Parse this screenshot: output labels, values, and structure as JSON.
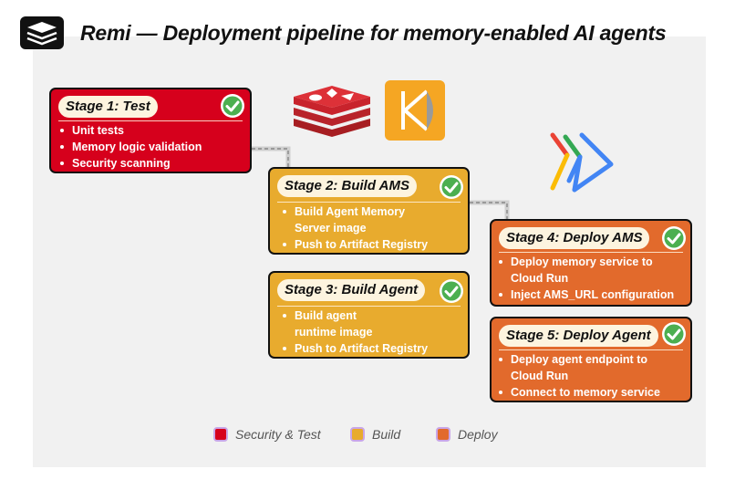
{
  "header": {
    "title": "Remi — Deployment pipeline for memory-enabled AI agents",
    "logo_icon": "stacked-layers-logo-icon"
  },
  "logos": [
    {
      "name": "redis-logo",
      "color": "#c8232c"
    },
    {
      "name": "kubeflow-like-logo",
      "color": "#f5a623"
    },
    {
      "name": "cloud-deploy-logo",
      "colors": [
        "#ea4335",
        "#fbbc05",
        "#34a853",
        "#4285f4"
      ]
    }
  ],
  "stages": [
    {
      "id": "test",
      "title": "Stage 1: Test",
      "category": "security-test",
      "items": [
        "Unit tests",
        "Memory logic validation",
        "Security scanning"
      ]
    },
    {
      "id": "build-ams",
      "title": "Stage 2: Build AMS",
      "category": "build",
      "items": [
        "Build Agent Memory",
        "Server image",
        "Push to Artifact Registry"
      ]
    },
    {
      "id": "build-agent",
      "title": "Stage 3: Build Agent",
      "category": "build",
      "items": [
        "Build agent",
        "runtime image",
        "Push to Artifact Registry"
      ]
    },
    {
      "id": "deploy-ams",
      "title": "Stage 4: Deploy AMS",
      "category": "deploy",
      "items": [
        "Deploy memory service to",
        "Cloud Run",
        "Inject AMS_URL configuration"
      ]
    },
    {
      "id": "deploy-agent",
      "title": "Stage 5: Deploy Agent",
      "category": "deploy",
      "items": [
        "Deploy agent endpoint to",
        "Cloud Run",
        "Connect to memory service"
      ]
    }
  ],
  "legend": [
    {
      "label": "Security & Test",
      "color": "#d6001c"
    },
    {
      "label": "Build",
      "color": "#e8ab2e"
    },
    {
      "label": "Deploy",
      "color": "#e26a2c"
    }
  ],
  "colors": {
    "security_test": "#d6001c",
    "build": "#e8ab2e",
    "deploy": "#e26a2c",
    "check": "#4caf50"
  }
}
